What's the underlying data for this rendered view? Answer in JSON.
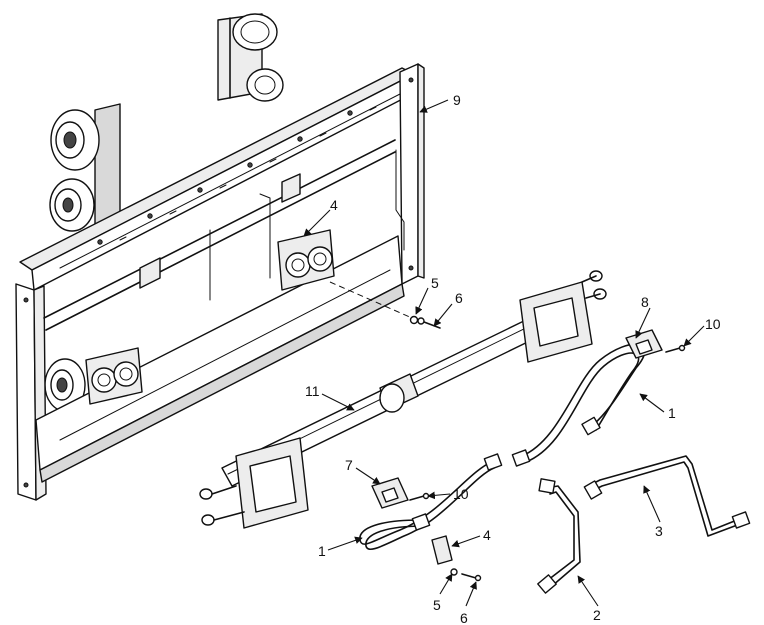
{
  "callouts": {
    "c1a": "1",
    "c1b": "1",
    "c2": "2",
    "c3": "3",
    "c4a": "4",
    "c4b": "4",
    "c5a": "5",
    "c5b": "5",
    "c6a": "6",
    "c6b": "6",
    "c7": "7",
    "c8": "8",
    "c9": "9",
    "c10a": "10",
    "c10b": "10",
    "c11": "11"
  }
}
